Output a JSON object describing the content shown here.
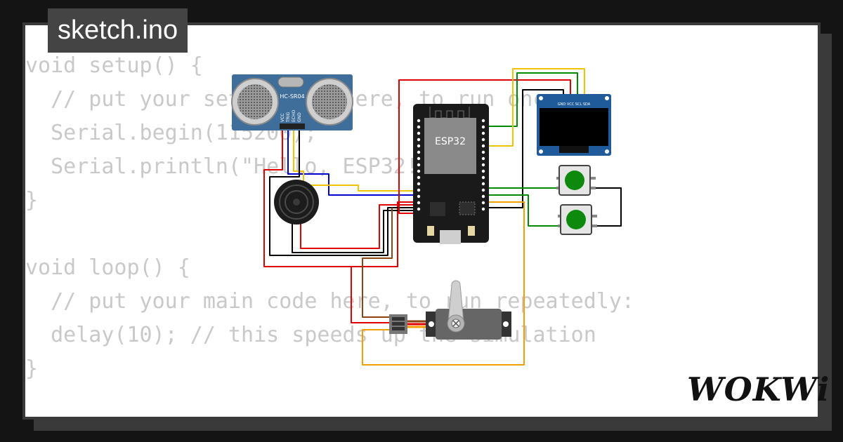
{
  "tab": {
    "title": "sketch.ino"
  },
  "code": {
    "lines": [
      "void setup() {",
      "  // put your setup code here, to run once:",
      "  Serial.begin(115200);",
      "  Serial.println(\"Hello, ESP32!\");",
      "}",
      "",
      "void loop() {",
      "  // put your main code here, to run repeatedly:",
      "  delay(10); // this speeds up the simulation",
      "}"
    ]
  },
  "components": {
    "ultrasonic": {
      "label": "HC-SR04",
      "pins": [
        "VCC",
        "TRIG",
        "ECHO",
        "GND"
      ]
    },
    "esp32": {
      "label": "ESP32"
    },
    "oled": {
      "pins": "GND VCC SCL SDA"
    }
  },
  "brand": {
    "logo": "WOKWi"
  },
  "colors": {
    "background": "#141414",
    "card": "#ffffff",
    "tab": "#444444",
    "code": "#c9c9c9",
    "wire_red": "#e00000",
    "wire_black": "#000000",
    "wire_blue": "#0000d0",
    "wire_yellow": "#f2c400",
    "wire_green": "#008a00",
    "wire_orange": "#f2a000",
    "wire_brown": "#8b4513"
  }
}
